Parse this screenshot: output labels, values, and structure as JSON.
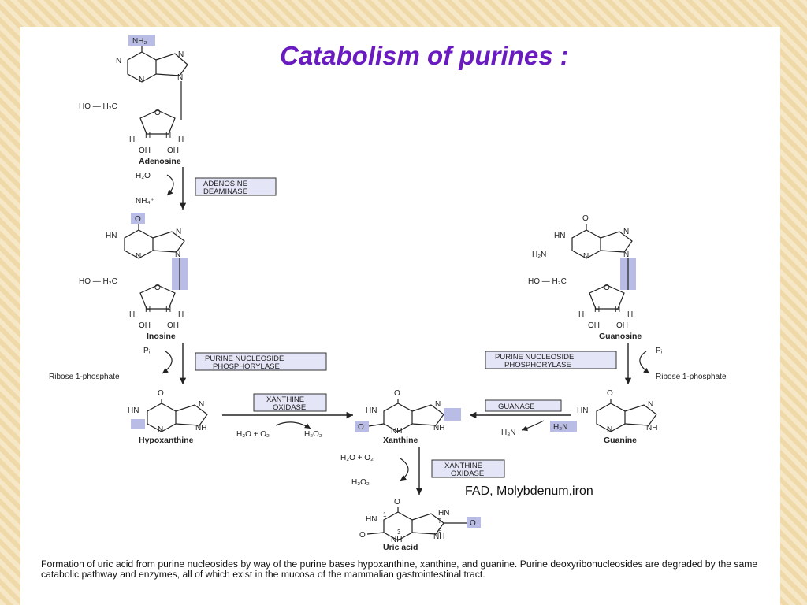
{
  "slide": {
    "title": "Catabolism of purines :",
    "annotation": "FAD, Molybdenum,iron",
    "caption": "Formation of uric acid from purine nucleosides by way of the purine bases hypoxanthine, xanthine, and guanine. Purine deoxyribonucleosides are degraded by the same catabolic pathway and enzymes, all of which exist in the mucosa of the mammalian gastrointestinal tract."
  },
  "compounds": {
    "adenosine": "Adenosine",
    "inosine": "Inosine",
    "guanosine": "Guanosine",
    "hypoxanthine": "Hypoxanthine",
    "xanthine": "Xanthine",
    "guanine": "Guanine",
    "uric_acid": "Uric acid"
  },
  "enzymes": {
    "adenosine_deaminase": [
      "ADENOSINE",
      "DEAMINASE"
    ],
    "pnp_left": [
      "PURINE NUCLEOSIDE",
      "PHOSPHORYLASE"
    ],
    "pnp_right": [
      "PURINE NUCLEOSIDE",
      "PHOSPHORYLASE"
    ],
    "xo_top": [
      "XANTHINE",
      "OXIDASE"
    ],
    "guanase": [
      "GUANASE"
    ],
    "xo_bottom": [
      "XANTHINE",
      "OXIDASE"
    ]
  },
  "reactants": {
    "water": "H₂O",
    "ammonium": "NH₄⁺",
    "pi": "Pᵢ",
    "ribose1p": "Ribose 1-phosphate",
    "h2o_o2": "H₂O + O₂",
    "h2o2": "H₂O₂",
    "h3n": "H₃N"
  },
  "atoms": {
    "N": "N",
    "NH": "NH",
    "HN": "HN",
    "O": "O",
    "H": "H",
    "OH": "OH",
    "NH2": "NH₂",
    "H2N": "H₂N",
    "HOH2C": "HO — H₂C",
    "n1": "1",
    "n3": "3",
    "n7": "7",
    "n9": "9"
  },
  "colors": {
    "highlight": "#b9bde6",
    "title": "#6a1bbf",
    "enzyme_box": "#e4e6f7"
  }
}
